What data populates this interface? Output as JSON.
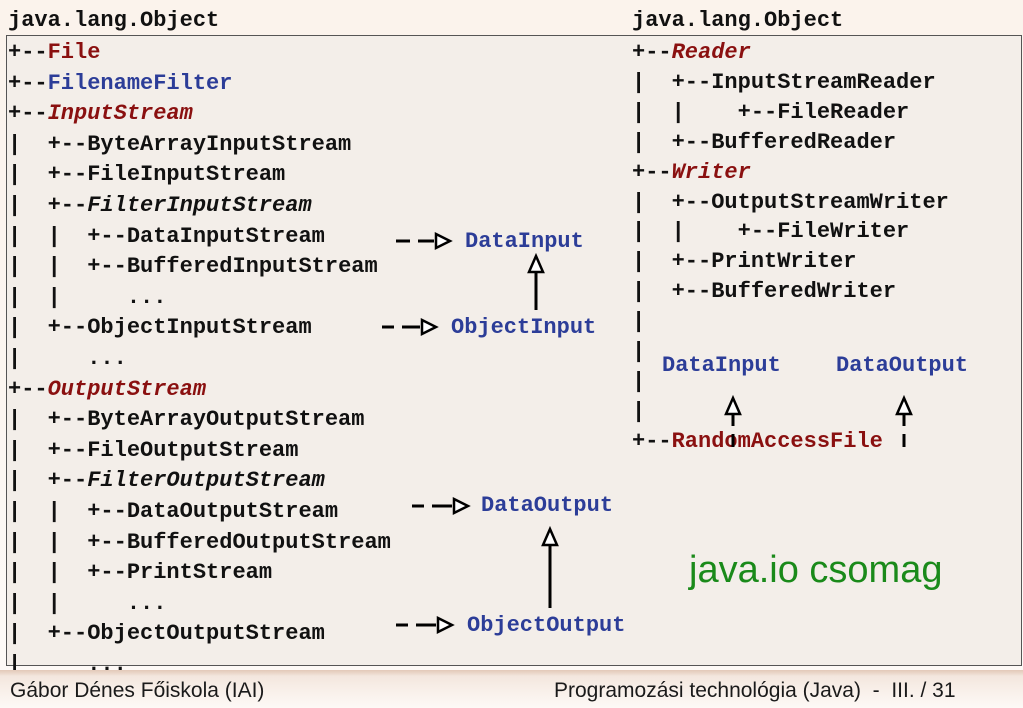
{
  "left_header": "java.lang.Object",
  "right_header": "java.lang.Object",
  "left_tree": [
    {
      "prefix": "+--",
      "name": "File",
      "style": "class"
    },
    {
      "prefix": "+--",
      "name": "FilenameFilter",
      "style": "interface"
    },
    {
      "prefix": "+--",
      "name": "InputStream",
      "style": "abstract"
    },
    {
      "prefix": "|  +--",
      "name": "ByteArrayInputStream",
      "style": "plain"
    },
    {
      "prefix": "|  +--",
      "name": "FileInputStream",
      "style": "plain"
    },
    {
      "prefix": "|  +--",
      "name": "FilterInputStream",
      "style": "italic"
    },
    {
      "prefix": "|  |  +--",
      "name": "DataInputStream",
      "style": "plain",
      "implements": "DataInput"
    },
    {
      "prefix": "|  |  +--",
      "name": "BufferedInputStream",
      "style": "plain"
    },
    {
      "prefix": "|  |     ",
      "name": "...",
      "style": "plain"
    },
    {
      "prefix": "|  +--",
      "name": "ObjectInputStream",
      "style": "plain",
      "implements": "ObjectInput"
    },
    {
      "prefix": "|     ",
      "name": "...",
      "style": "plain"
    },
    {
      "prefix": "+--",
      "name": "OutputStream",
      "style": "abstract"
    },
    {
      "prefix": "|  +--",
      "name": "ByteArrayOutputStream",
      "style": "plain"
    },
    {
      "prefix": "|  +--",
      "name": "FileOutputStream",
      "style": "plain"
    },
    {
      "prefix": "|  +--",
      "name": "FilterOutputStream",
      "style": "italic"
    },
    {
      "prefix": "|  |  +--",
      "name": "DataOutputStream",
      "style": "plain",
      "implements": "DataOutput"
    },
    {
      "prefix": "|  |  +--",
      "name": "BufferedOutputStream",
      "style": "plain"
    },
    {
      "prefix": "|  |  +--",
      "name": "PrintStream",
      "style": "plain"
    },
    {
      "prefix": "|  |     ",
      "name": "...",
      "style": "plain"
    },
    {
      "prefix": "|  +--",
      "name": "ObjectOutputStream",
      "style": "plain",
      "implements": "ObjectOutput"
    },
    {
      "prefix": "|     ",
      "name": "...",
      "style": "plain"
    }
  ],
  "right_tree": [
    {
      "prefix": "+--",
      "name": "Reader",
      "style": "abstract"
    },
    {
      "prefix": "|  +--",
      "name": "InputStreamReader",
      "style": "plain"
    },
    {
      "prefix": "|  |    +--",
      "name": "FileReader",
      "style": "plain"
    },
    {
      "prefix": "|  +--",
      "name": "BufferedReader",
      "style": "plain"
    },
    {
      "prefix": "+--",
      "name": "Writer",
      "style": "abstract"
    },
    {
      "prefix": "|  +--",
      "name": "OutputStreamWriter",
      "style": "plain"
    },
    {
      "prefix": "|  |    +--",
      "name": "FileWriter",
      "style": "plain"
    },
    {
      "prefix": "|  +--",
      "name": "PrintWriter",
      "style": "plain"
    },
    {
      "prefix": "|  +--",
      "name": "BufferedWriter",
      "style": "plain"
    },
    {
      "prefix": "|",
      "name": "",
      "style": "plain"
    },
    {
      "prefix": "| ",
      "name": "",
      "style": "plain"
    },
    {
      "prefix": "|",
      "name": "",
      "style": "plain"
    },
    {
      "prefix": "|",
      "name": "",
      "style": "plain"
    },
    {
      "prefix": "+--",
      "name": "RandomAccessFile",
      "style": "class"
    }
  ],
  "interfaces": {
    "data_input": "DataInput",
    "object_input": "ObjectInput",
    "data_output": "DataOutput",
    "object_output": "ObjectOutput",
    "raf_data_input": "DataInput",
    "raf_data_output": "DataOutput"
  },
  "package_label": "java.io csomag",
  "footer": {
    "left": "Gábor Dénes Főiskola (IAI)",
    "right": "Programozási technológia (Java)  -  III. / 31"
  },
  "colors": {
    "class": "#8a1010",
    "interface": "#2c3d98",
    "package": "#1a8a1a"
  }
}
